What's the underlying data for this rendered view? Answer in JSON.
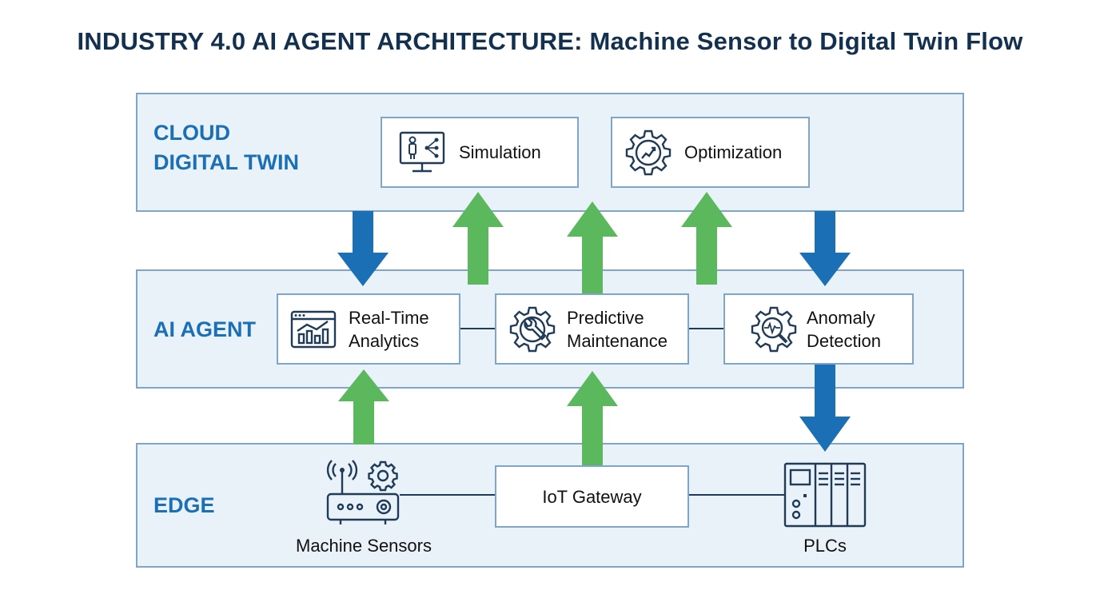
{
  "title": "INDUSTRY 4.0 AI AGENT ARCHITECTURE: Machine Sensor to Digital Twin Flow",
  "colors": {
    "up_arrow": "#5cb85c",
    "down_arrow": "#1a6fb5",
    "layer_fill": "#eaf2f9",
    "layer_border": "#7fa6c9",
    "label": "#1a6fb5"
  },
  "layers": {
    "cloud": {
      "label_line1": "CLOUD",
      "label_line2": "DIGITAL TWIN"
    },
    "agent": {
      "label": "AI AGENT"
    },
    "edge": {
      "label": "EDGE"
    }
  },
  "nodes": {
    "simulation": {
      "label": "Simulation",
      "icon": "monitor-person-network-icon"
    },
    "optimization": {
      "label": "Optimization",
      "icon": "gear-chart-icon"
    },
    "analytics": {
      "label_line1": "Real-Time",
      "label_line2": "Analytics",
      "icon": "dashboard-chart-icon"
    },
    "predictive": {
      "label_line1": "Predictive",
      "label_line2": "Maintenance",
      "icon": "gear-wrench-icon"
    },
    "anomaly": {
      "label_line1": "Anomaly",
      "label_line2": "Detection",
      "icon": "gear-magnifier-icon"
    },
    "gateway": {
      "label": "IoT Gateway"
    },
    "sensors": {
      "label": "Machine Sensors",
      "icon": "router-antenna-gear-icon"
    },
    "plcs": {
      "label": "PLCs",
      "icon": "plc-rack-icon"
    }
  }
}
